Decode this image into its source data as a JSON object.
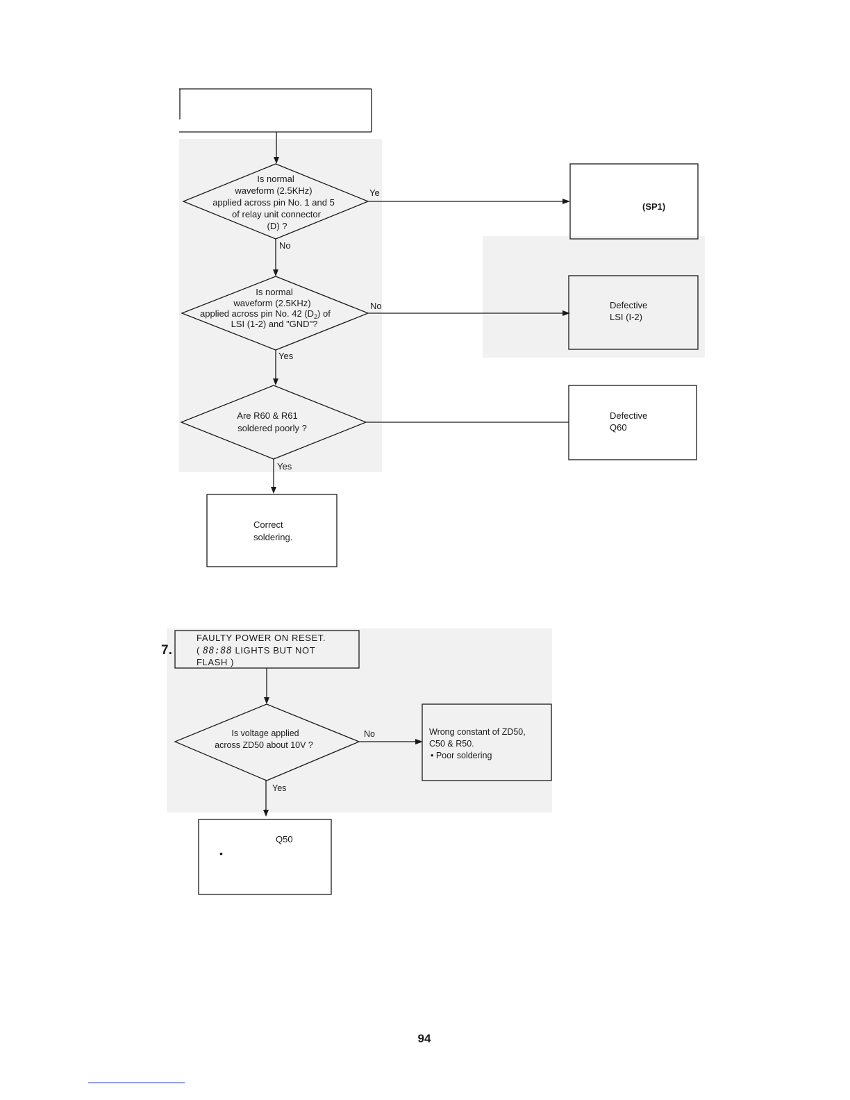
{
  "flowchart_top": {
    "q1": {
      "lines": [
        "Is normal",
        "waveform (2.5KHz)",
        "applied across pin No. 1 and 5",
        "of relay unit connector",
        "(D) ?"
      ]
    },
    "q1_yes_label": "Ye",
    "q1_no_label": "No",
    "box_sp1": {
      "text": "(SP1)"
    },
    "q2": {
      "line1": "Is normal",
      "line2": "waveform (2.5KHz)",
      "line3_a": "applied across pin No. 42 (D",
      "line3_sub": "2",
      "line3_b": ") of",
      "line4": "LSI (1-2) and \"GND\"?"
    },
    "q2_no_label": "No",
    "q2_yes_label": "Yes",
    "box_lsi": {
      "lines": [
        "Defective",
        "LSI (I-2)"
      ]
    },
    "q3": {
      "lines": [
        "Are R60 & R61",
        "soldered poorly ?"
      ]
    },
    "q3_yes_label": "Yes",
    "box_q60": {
      "lines": [
        "Defective",
        "Q60"
      ]
    },
    "box_correct": {
      "lines": [
        "Correct",
        "soldering."
      ]
    }
  },
  "section7": {
    "number": "7.",
    "title_line1": "FAULTY POWER ON RESET.",
    "title_line2_pre": "( ",
    "title_line2_display": "88:88",
    "title_line2_post": " LIGHTS BUT NOT",
    "title_line3": "FLASH )",
    "q": {
      "lines": [
        "Is voltage applied",
        "across ZD50 about 10V ?"
      ]
    },
    "q_no_label": "No",
    "q_yes_label": "Yes",
    "box_wrong": {
      "lines": [
        "Wrong constant of ZD50,",
        "C50 & R50.",
        "• Poor soldering"
      ]
    },
    "box_q50": {
      "text": "Q50",
      "bullet": "•"
    }
  },
  "page_number": "94"
}
